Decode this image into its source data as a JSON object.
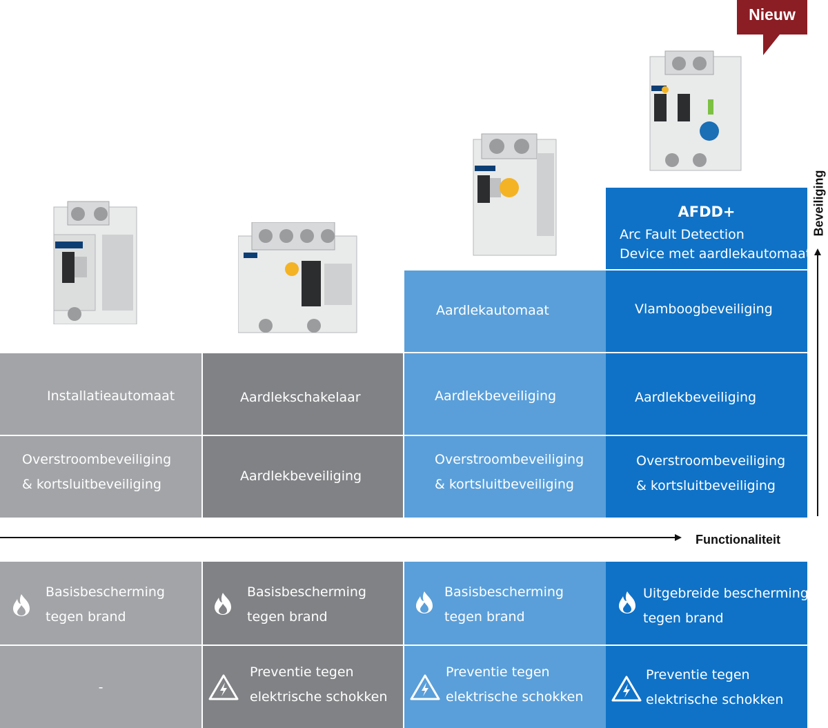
{
  "badge": {
    "label": "Nieuw",
    "color": "#8b1d24"
  },
  "colors": {
    "col1": "#a2a4a7",
    "col2": "#808285",
    "col3": "#5a9fd9",
    "col4": "#0f72c7"
  },
  "afdd_header": {
    "title": "AFDD+",
    "line1": "Arc Fault Detection",
    "line2": "Device met aardlekautomaat"
  },
  "columns": [
    {
      "id": "installatieautomaat",
      "features": [
        "Installatieautomaat"
      ],
      "base": [
        "Overstroombeveiliging",
        "& kortsluitbeveiliging"
      ],
      "protection": {
        "icon": "flame-icon",
        "line1": "Basisbescherming",
        "line2": "tegen brand"
      },
      "shock": {
        "text": "-"
      }
    },
    {
      "id": "aardlekschakelaar",
      "features": [
        "Aardlekschakelaar"
      ],
      "base": [
        "Aardlekbeveiliging"
      ],
      "protection": {
        "icon": "flame-icon",
        "line1": "Basisbescherming",
        "line2": "tegen brand"
      },
      "shock": {
        "icon": "shock-warning-icon",
        "line1": "Preventie tegen",
        "line2": "elektrische schokken"
      }
    },
    {
      "id": "aardlekautomaat",
      "features": [
        "Aardlekautomaat",
        "Aardlekbeveiliging"
      ],
      "base": [
        "Overstroombeveiliging",
        "& kortsluitbeveiliging"
      ],
      "protection": {
        "icon": "flame-icon",
        "line1": "Basisbescherming",
        "line2": "tegen brand"
      },
      "shock": {
        "icon": "shock-warning-icon",
        "line1": "Preventie tegen",
        "line2": "elektrische schokken"
      }
    },
    {
      "id": "afdd",
      "features": [
        "Vlamboogbeveiliging",
        "Aardlekbeveiliging"
      ],
      "base": [
        "Overstroombeveiliging",
        "& kortsluitbeveiliging"
      ],
      "protection": {
        "icon": "flame-icon",
        "line1": "Uitgebreide bescherming",
        "line2": "tegen brand"
      },
      "shock": {
        "icon": "shock-warning-icon",
        "line1": "Preventie tegen",
        "line2": "elektrische schokken"
      }
    }
  ],
  "axes": {
    "x_label": "Functionaliteit",
    "y_label": "Beveiliging"
  }
}
